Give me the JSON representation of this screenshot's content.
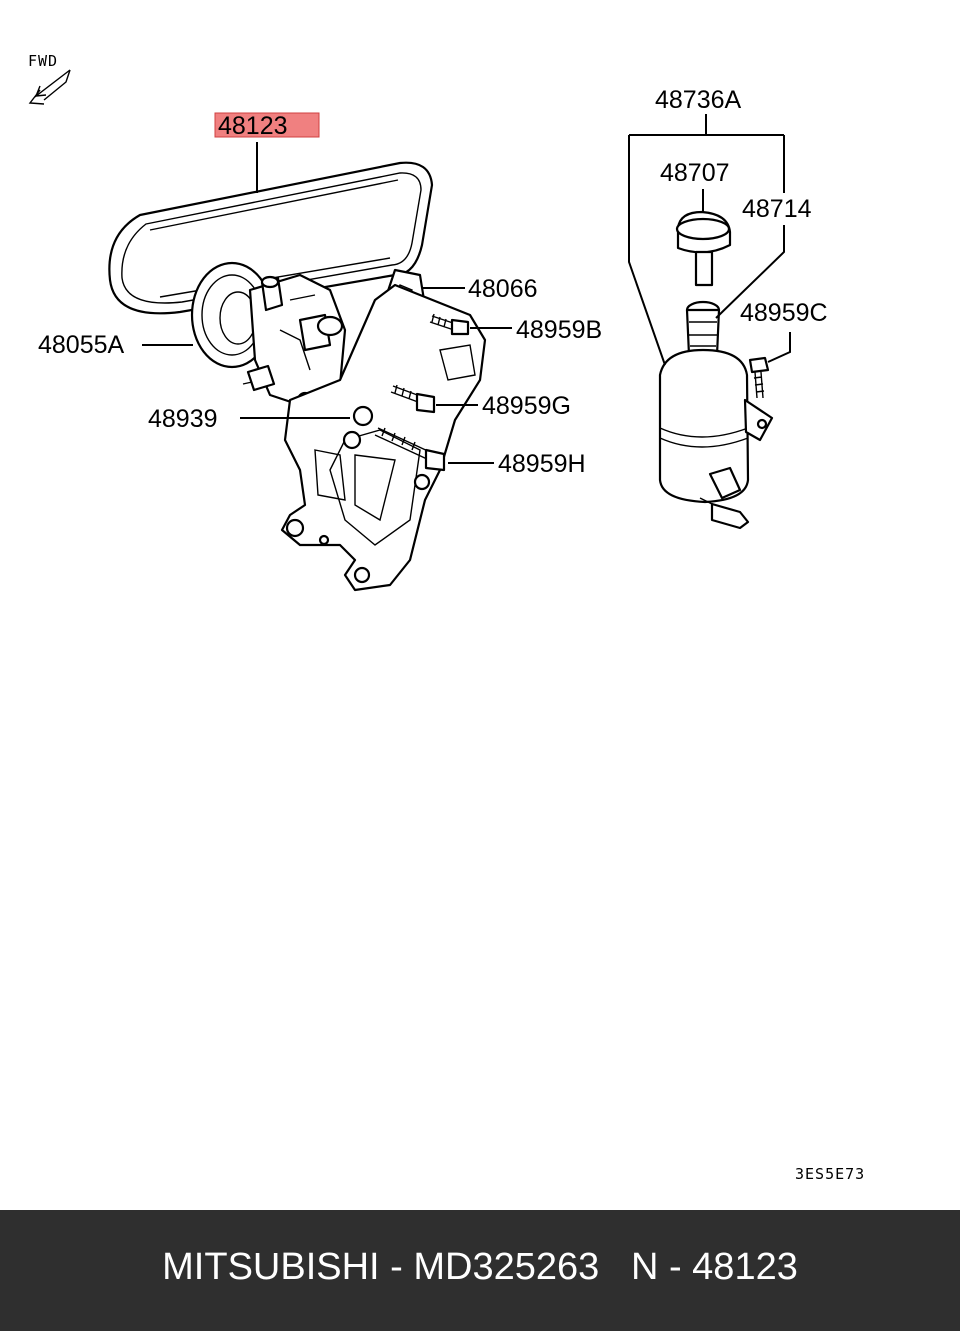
{
  "diagram": {
    "direction_label": "FWD",
    "highlight_color": "#f08080",
    "labels": {
      "belt": "48123",
      "pulley_pump": "48055A",
      "bracket": "48066",
      "bolt_b": "48959B",
      "fitting": "48939",
      "bolt_g": "48959G",
      "bolt_h": "48959H",
      "reservoir_assy": "48736A",
      "cap": "48707",
      "reservoir_body": "48714",
      "bolt_c": "48959C"
    },
    "drawing_code": "3ES5E73"
  },
  "footer": {
    "text": "MITSUBISHI - MD325263   N - 48123",
    "background": "#2f2f2f"
  }
}
